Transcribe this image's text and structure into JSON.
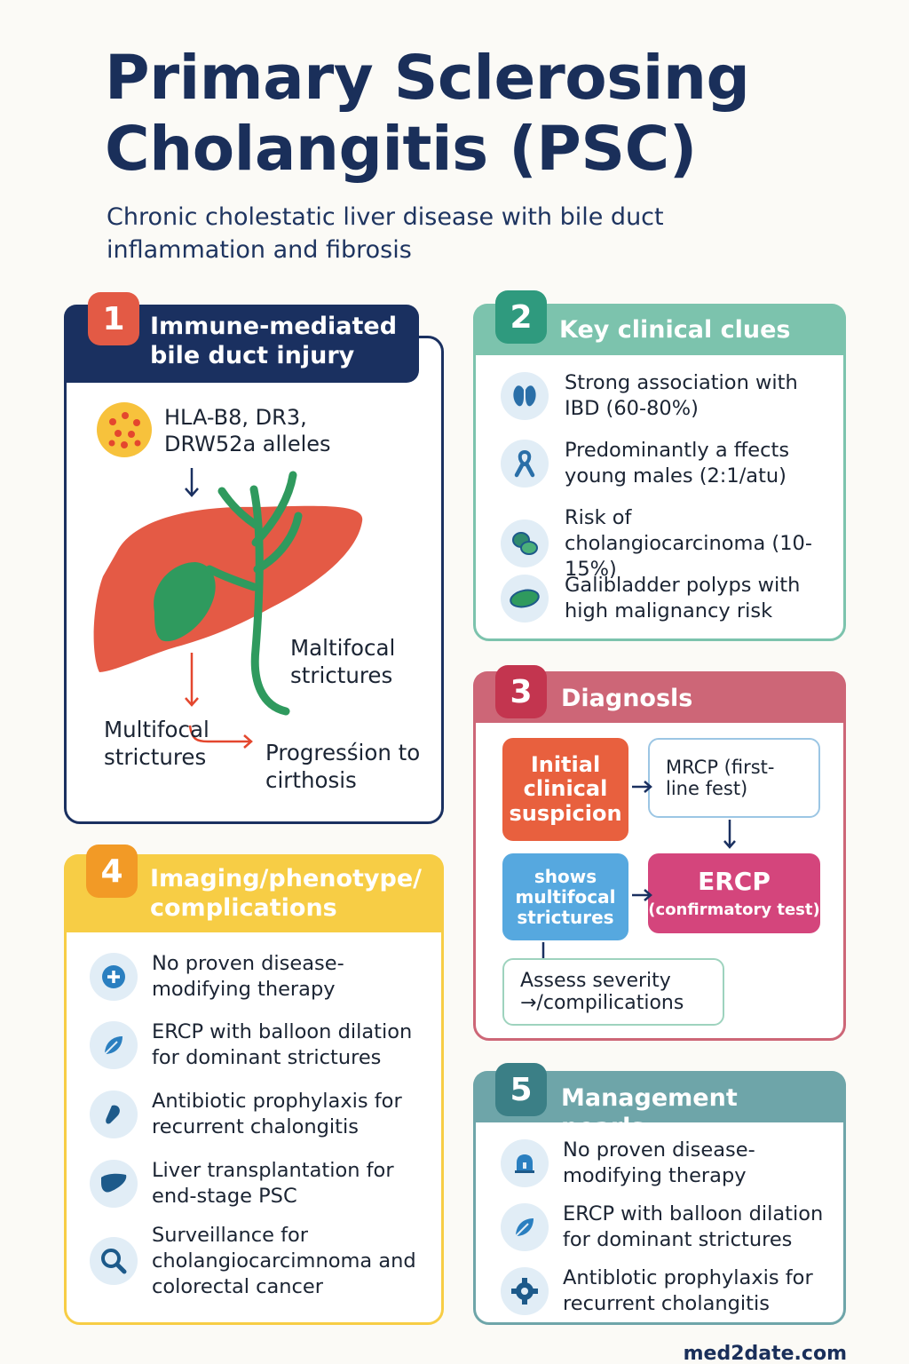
{
  "title": "Primary Sclerosing Cholangitis (PSC)",
  "subtitle": "Chronic cholestatic liver disease with bile duct inflammation and fibrosis",
  "colors": {
    "navy": "#1a3060",
    "teal": "#7cc3ad",
    "rose": "#cd6677",
    "amber": "#f7cd45",
    "slate_teal": "#6ea5a9",
    "liver": "#e45a45",
    "gallbladder": "#2f9a5e"
  },
  "panel1": {
    "number": "1",
    "title": "Immune-mediated bile duct injury",
    "alleles": "HLA-B8, DR3, DRW52a alleles",
    "label_right": "Maltifocal strictures",
    "label_left": "Multifocal strictures",
    "label_progression": "Progresśion to cirthosis",
    "icons": [
      "alleles-cell-icon",
      "liver-illustration"
    ]
  },
  "panel2": {
    "number": "2",
    "title": "Key clinical clues",
    "items": [
      {
        "icon": "intestine-icon",
        "text": "Strong association with IBD (60-80%)"
      },
      {
        "icon": "ribbon-icon",
        "text": "Predominantly a ffects young males (2:1/atu)"
      },
      {
        "icon": "bile-duct-icon",
        "text": "Risk of cholangiocarcinoma (10-15%)"
      },
      {
        "icon": "gallbladder-icon",
        "text": "Galibladder polyps with high malignancy risk"
      }
    ]
  },
  "panel3": {
    "number": "3",
    "title": "Diagnosls",
    "initial": "Initial clinical suspicion",
    "mrcp": "MRCP (first-line fest)",
    "shows": "shows multifocal strictures",
    "ercp_title": "ERCP",
    "ercp_sub": "(confirmatory test)",
    "assess": "Assess severity\n→/compilications"
  },
  "panel4": {
    "number": "4",
    "title": "Imaging/phenotype/ complications",
    "items": [
      {
        "icon": "plus-icon",
        "text": "No proven disease-modifying therapy"
      },
      {
        "icon": "leaf-icon",
        "text": "ERCP with balloon dilation for dominant strictures"
      },
      {
        "icon": "pill-icon",
        "text": "Antibiotic prophylaxis for recurrent chalongitis"
      },
      {
        "icon": "liver-icon",
        "text": "Liver transplantation for end-stage PSC"
      },
      {
        "icon": "magnifier-icon",
        "text": "Surveillance for cholangiocarcimnoma and colorectal cancer"
      }
    ]
  },
  "panel5": {
    "number": "5",
    "title": "Management pearls",
    "items": [
      {
        "icon": "bell-icon",
        "text": "No proven disease-modifying therapy"
      },
      {
        "icon": "leaf-icon",
        "text": "ERCP with balloon dilation for dominant strictures"
      },
      {
        "icon": "gear-icon",
        "text": "Antiblotic prophylaxis for recurrent cholangitis"
      }
    ]
  },
  "footer": "med2date.com"
}
